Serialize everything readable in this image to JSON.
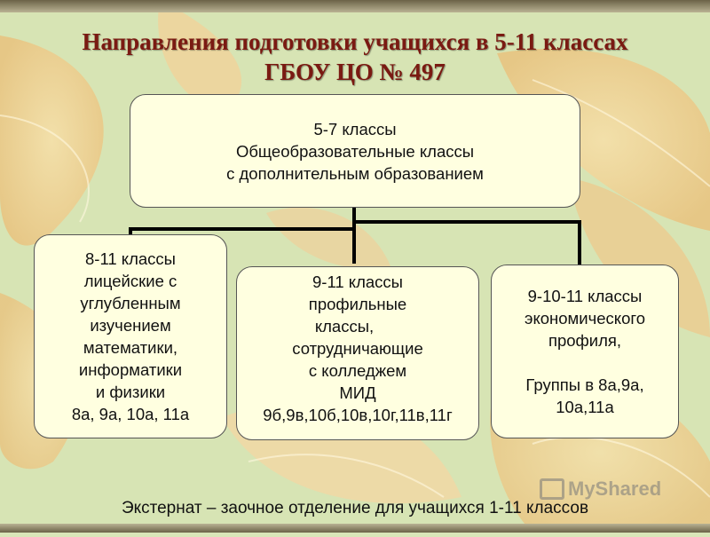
{
  "title": {
    "line1": "Направления подготовки учащихся в 5-11 классах",
    "line2": "ГБОУ ЦО № 497"
  },
  "colors": {
    "title": "#7a1a12",
    "box_fill": "#ffffe0",
    "background": "#d9e6b8",
    "leaf_accent": "#f0c98a"
  },
  "diagram": {
    "root": {
      "lines": [
        "5-7 классы",
        "Общеобразовательные классы",
        "с дополнительным образованием"
      ]
    },
    "children": [
      {
        "lines": [
          "8-11 классы",
          "лицейские с",
          "углубленным",
          "изучением",
          "математики,",
          "информатики",
          "и физики",
          "8а, 9а, 10а, 11а"
        ]
      },
      {
        "lines": [
          "9-11 классы",
          "профильные",
          "классы,",
          "сотрудничающие",
          "с колледжем",
          "МИД",
          "9б,9в,10б,10в,10г,11в,11г"
        ]
      },
      {
        "lines": [
          "9-10-11 классы",
          "экономического",
          "профиля,",
          "",
          "Группы в 8а,9а,",
          "10а,11а"
        ]
      }
    ]
  },
  "footer": "Экстернат – заочное отделение для учащихся 1-11 классов",
  "watermark": "MyShared"
}
